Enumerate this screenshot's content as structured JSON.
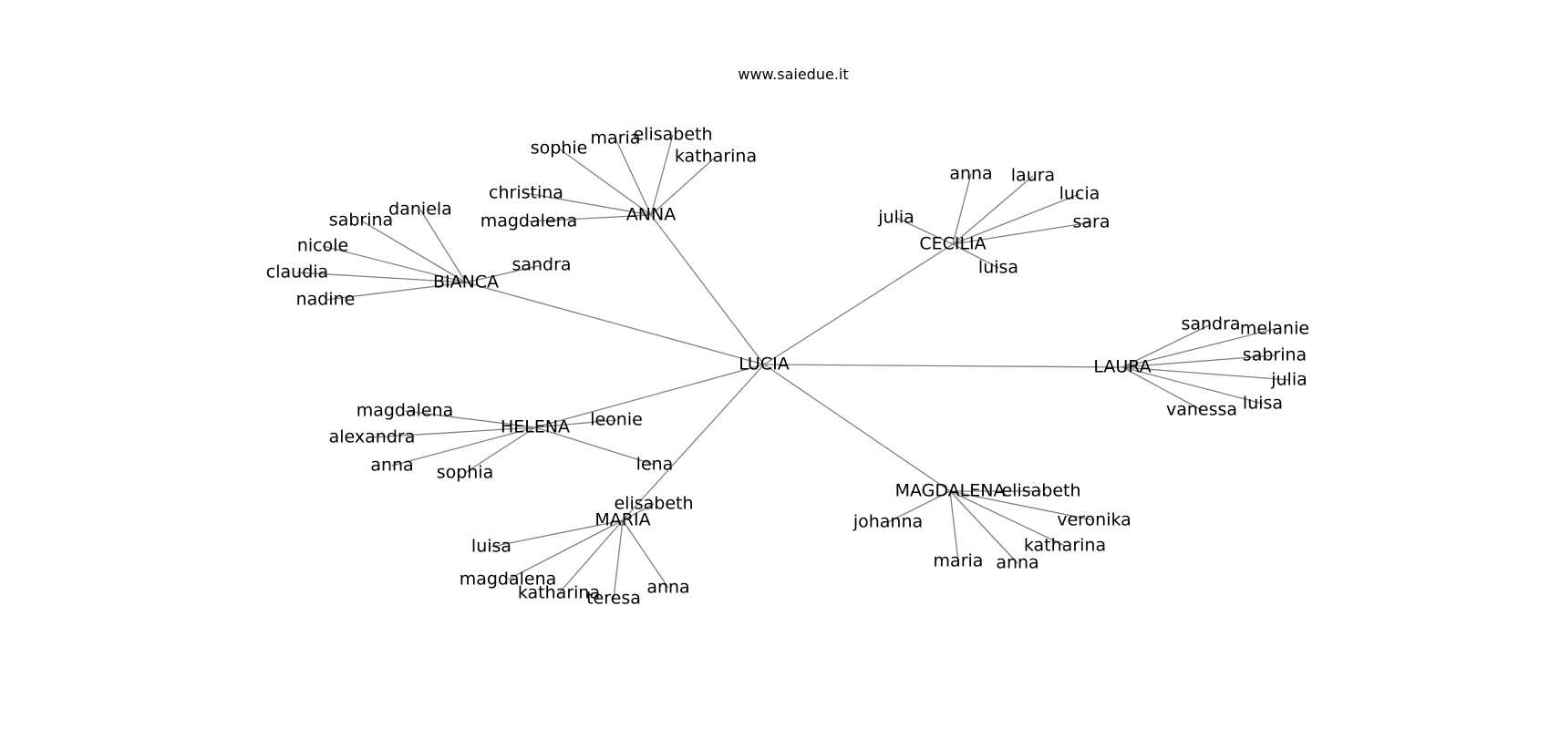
{
  "title": "www.saiedue.it",
  "colors": {
    "edge": "#808080",
    "text": "#000000",
    "background": "#ffffff"
  },
  "graph": {
    "root": "LUCIA",
    "hubs": [
      {
        "name": "ANNA",
        "leaves": [
          "sophie",
          "maria",
          "elisabeth",
          "katharina",
          "christina",
          "magdalena"
        ]
      },
      {
        "name": "BIANCA",
        "leaves": [
          "daniela",
          "sabrina",
          "nicole",
          "claudia",
          "nadine",
          "sandra"
        ]
      },
      {
        "name": "CECILIA",
        "leaves": [
          "anna",
          "laura",
          "lucia",
          "julia",
          "sara",
          "luisa"
        ]
      },
      {
        "name": "LAURA",
        "leaves": [
          "sandra",
          "melanie",
          "sabrina",
          "julia",
          "luisa",
          "vanessa"
        ]
      },
      {
        "name": "HELENA",
        "leaves": [
          "magdalena",
          "alexandra",
          "anna",
          "sophia",
          "lena",
          "leonie"
        ]
      },
      {
        "name": "MARIA",
        "leaves": [
          "elisabeth",
          "luisa",
          "magdalena",
          "katharina",
          "teresa",
          "anna"
        ]
      },
      {
        "name": "MAGDALENA",
        "leaves": [
          "elisabeth",
          "johanna",
          "veronika",
          "katharina",
          "maria",
          "anna"
        ]
      }
    ]
  }
}
